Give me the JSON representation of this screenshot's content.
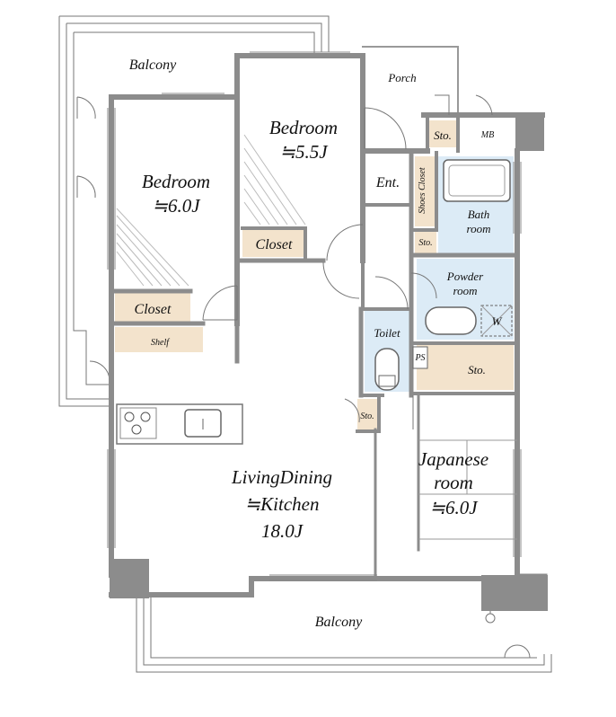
{
  "rooms": {
    "balcony_top": "Balcony",
    "porch": "Porch",
    "bedroom_left": {
      "name": "Bedroom",
      "size": "≒6.0J"
    },
    "bedroom_right": {
      "name": "Bedroom",
      "size": "≒5.5J"
    },
    "entrance": "Ent.",
    "shoes_closet": "Shoes Closet",
    "storage_top": "Sto.",
    "mb": "MB",
    "bath": {
      "line1": "Bath",
      "line2": "room"
    },
    "storage_bath": "Sto.",
    "closet_right": "Closet",
    "closet_left": "Closet",
    "powder": {
      "line1": "Powder",
      "line2": "room"
    },
    "washer": "W",
    "shelf": "Shelf",
    "toilet": "Toilet",
    "ps": "PS",
    "storage_mid": "Sto.",
    "storage_small": "Sto.",
    "ldk": {
      "line1": "LivingDining",
      "line2": "≒Kitchen",
      "line3": "18.0J"
    },
    "japanese": {
      "line1": "Japanese",
      "line2": "room",
      "line3": "≒6.0J"
    },
    "balcony_bottom": "Balcony"
  },
  "colors": {
    "wall": "#8c8c8c",
    "storage_fill": "#f3e3cc",
    "wet_area_fill": "#dcebf6"
  }
}
